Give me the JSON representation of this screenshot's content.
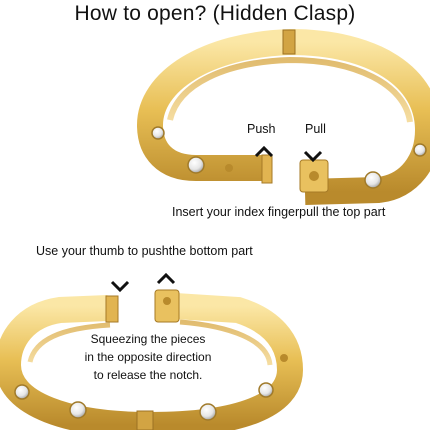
{
  "title": "How to open? (Hidden Clasp)",
  "top": {
    "push_label": "Push",
    "pull_label": "Pull",
    "caption": "Insert your index fingerpull the top part"
  },
  "bottom": {
    "caption": "Use your thumb to pushthe bottom part",
    "note_lines": [
      "Squeezing the pieces",
      "in the opposite direction",
      "to release the notch."
    ]
  },
  "colors": {
    "gold_light": "#f6dc8c",
    "gold": "#e3b548",
    "gold_dark": "#b8862a",
    "inner": "#c99a3a"
  }
}
